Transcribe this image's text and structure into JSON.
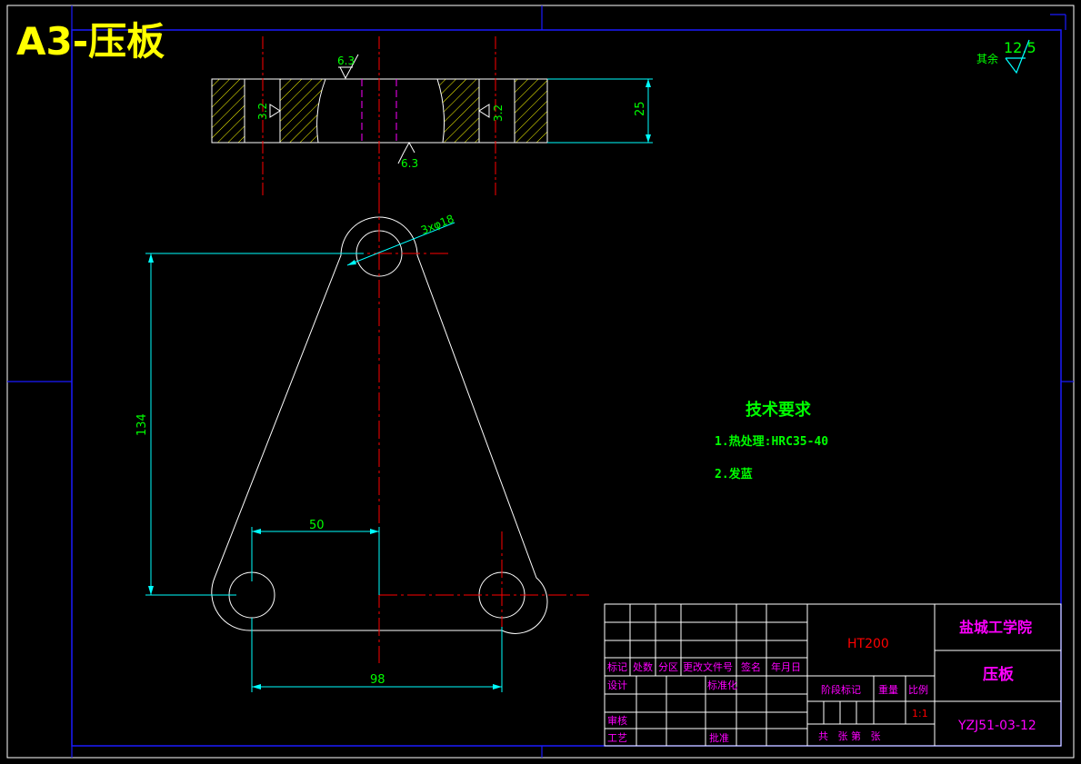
{
  "header": {
    "title": "A3-压板"
  },
  "roughness": {
    "other_label": "其余",
    "other_value": "12.5",
    "top_value": "6.3",
    "bottom_value": "6.3",
    "left_value": "3.2",
    "right_value": "3.2"
  },
  "dimensions": {
    "thickness": "25",
    "holes": "3xφ18",
    "height": "134",
    "offset": "50",
    "spacing": "98"
  },
  "requirements": {
    "heading": "技术要求",
    "items": [
      "1.热处理:HRC35-40",
      "2.发蓝"
    ]
  },
  "title_block": {
    "material": "HT200",
    "school": "盐城工学院",
    "part_name": "压板",
    "drawing_no": "YZJ51-03-12",
    "scale": "1:1",
    "labels": {
      "mark": "标记",
      "count": "处数",
      "zone": "分区",
      "change_doc": "更改文件号",
      "sign": "签名",
      "date": "年月日",
      "design": "设计",
      "standardize": "标准化",
      "stage": "阶段标记",
      "weight": "重量",
      "ratio": "比例",
      "review": "审核",
      "process": "工艺",
      "approve": "批准",
      "sheets": "共   张 第   张"
    }
  },
  "colors": {
    "frame_blue": "#1a1aff",
    "dim_cyan": "#00ffff",
    "center_red": "#ff0000",
    "hidden_magenta": "#ff00ff",
    "hatch_yellow": "#ffff00",
    "text_green": "#00ff00",
    "title_magenta": "#ff00ff",
    "title_red": "#ff0000",
    "header_yellow": "#ffff00"
  }
}
